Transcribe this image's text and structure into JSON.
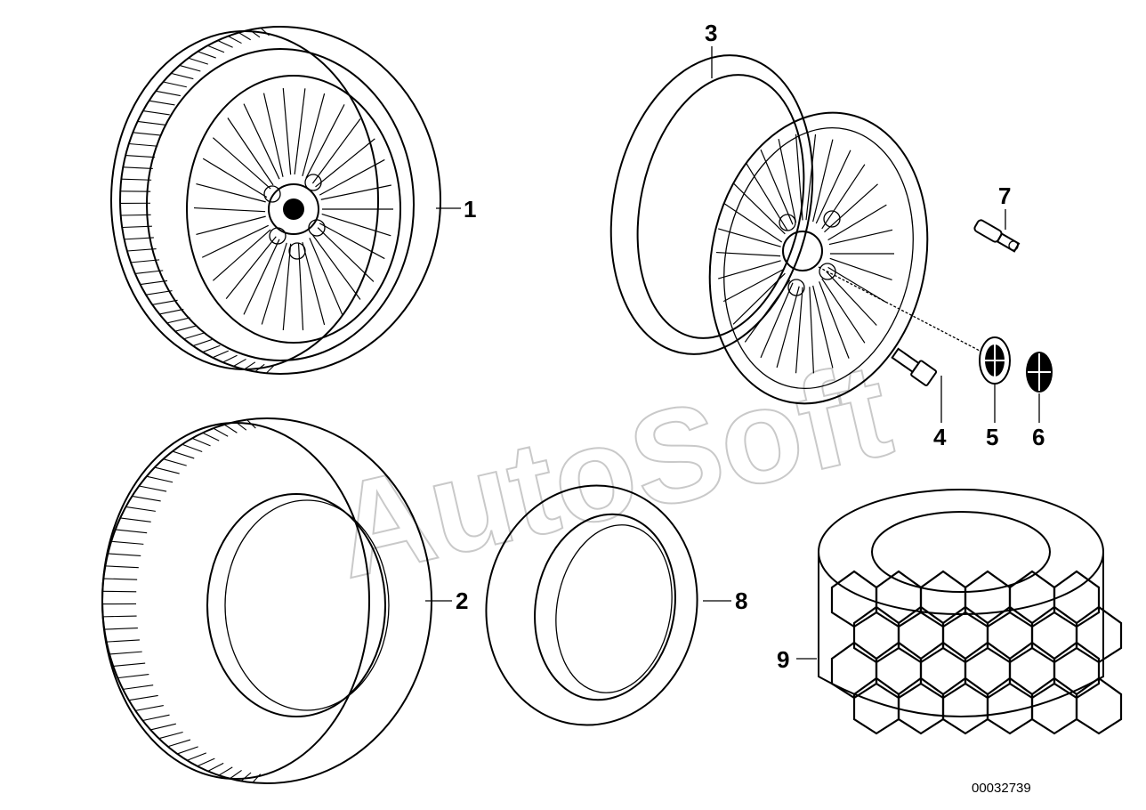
{
  "diagram": {
    "document_number": "00032739",
    "watermark": "AutoSoft",
    "parts": [
      {
        "id": "1",
        "label": "1"
      },
      {
        "id": "2",
        "label": "2"
      },
      {
        "id": "3",
        "label": "3"
      },
      {
        "id": "4",
        "label": "4"
      },
      {
        "id": "5",
        "label": "5"
      },
      {
        "id": "6",
        "label": "6"
      },
      {
        "id": "7",
        "label": "7"
      },
      {
        "id": "8",
        "label": "8"
      },
      {
        "id": "9",
        "label": "9"
      }
    ]
  },
  "colors": {
    "line": "#000000",
    "background": "#ffffff",
    "watermark": "#c9c9c9"
  }
}
